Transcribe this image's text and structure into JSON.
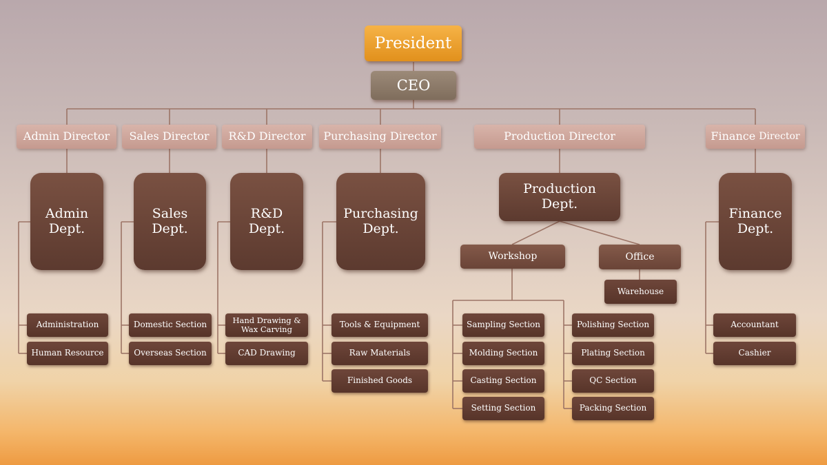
{
  "president": "President",
  "ceo": "CEO",
  "directors": {
    "admin": "Admin Director",
    "sales": "Sales Director",
    "rd": "R&D Director",
    "purchasing": "Purchasing Director",
    "production": "Production Director",
    "finance_main": "Finance",
    "finance_sub": "Director"
  },
  "departments": {
    "admin": "Admin\nDept.",
    "sales": "Sales\nDept.",
    "rd": "R&D\nDept.",
    "purchasing": "Purchasing\nDept.",
    "production": "Production\nDept.",
    "finance": "Finance\nDept."
  },
  "production_units": {
    "workshop": "Workshop",
    "office": "Office",
    "warehouse": "Warehouse"
  },
  "sections": {
    "admin": [
      "Administration",
      "Human Resource"
    ],
    "sales": [
      "Domestic Section",
      "Overseas Section"
    ],
    "rd": [
      "Hand Drawing &\nWax Carving",
      "CAD Drawing"
    ],
    "purchasing": [
      "Tools & Equipment",
      "Raw Materials",
      "Finished Goods"
    ],
    "workshop_left": [
      "Sampling Section",
      "Molding Section",
      "Casting Section",
      "Setting Section"
    ],
    "workshop_right": [
      "Polishing Section",
      "Plating Section",
      "QC Section",
      "Packing Section"
    ],
    "finance": [
      "Accountant",
      "Cashier"
    ]
  },
  "colors": {
    "president": "#e9a02e",
    "ceo": "#8d7b6a",
    "director": "#cfa89d",
    "department": "#6b4639",
    "connector": "#9c7466"
  }
}
